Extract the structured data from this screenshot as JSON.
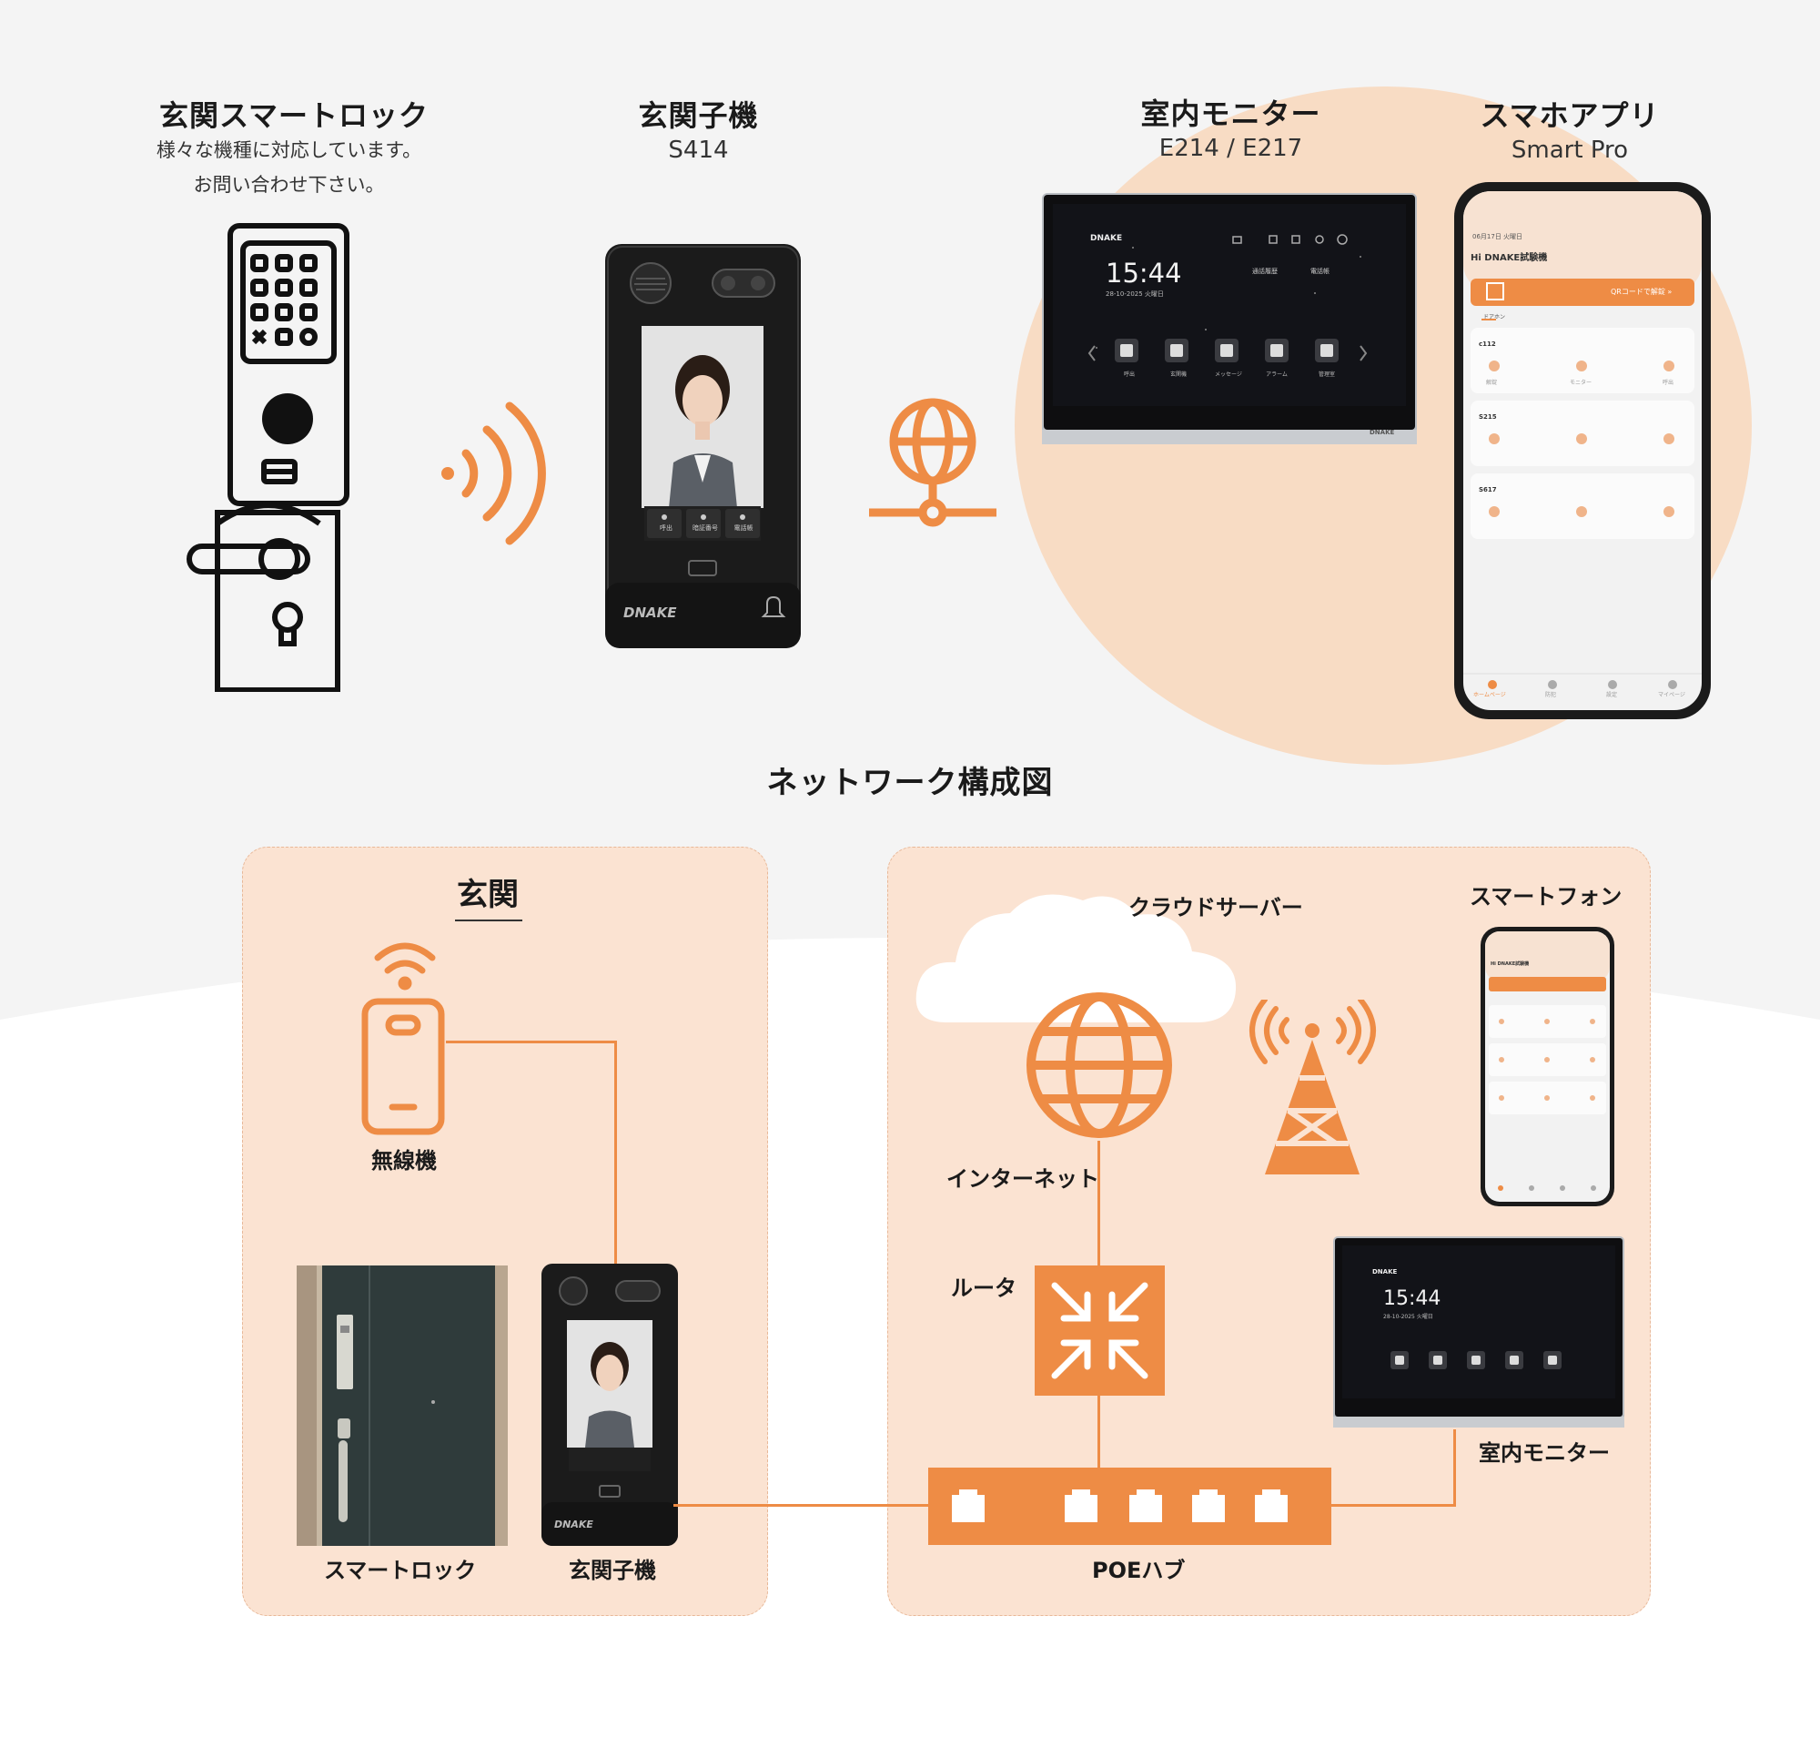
{
  "top": {
    "lock": {
      "title": "玄関スマートロック",
      "note1": "様々な機種に対応しています。",
      "note2": "お問い合わせ下さい。"
    },
    "doorstation": {
      "title": "玄関子機",
      "model": "S414"
    },
    "monitor": {
      "title": "室内モニター",
      "model": "E214 / E217"
    },
    "app": {
      "title": "スマホアプリ",
      "model": "Smart Pro"
    }
  },
  "device_ui": {
    "brand": "DNAKE",
    "monitor_time": "15:44",
    "monitor_date": "28-10-2025 火曜日",
    "monitor_links": [
      "通話履歴",
      "電話帳"
    ],
    "monitor_apps": [
      "呼出",
      "玄関機",
      "メッセージ",
      "アラーム",
      "管理室"
    ],
    "ds_buttons": [
      "呼出",
      "暗証番号",
      "電話帳"
    ],
    "app_date": "06月17日 火曜日",
    "app_greeting": "Hi DNAKE試験機",
    "app_qr_text": "QRコードで解錠 »",
    "app_section": "ドアホン",
    "app_devices": [
      "c112",
      "S215",
      "S617"
    ],
    "app_actions": [
      "解錠",
      "モニター",
      "呼出"
    ],
    "app_tabs": [
      "ホームページ",
      "防犯",
      "設定",
      "マイページ"
    ]
  },
  "diagram": {
    "title": "ネットワーク構成図",
    "entrance": {
      "title": "玄関",
      "wireless_label": "無線機",
      "smartlock_label": "スマートロック",
      "doorstation_label": "玄関子機"
    },
    "network": {
      "cloud_label": "クラウドサーバー",
      "phone_label": "スマートフォン",
      "internet_label": "インターネット",
      "router_label": "ルータ",
      "hub_label": "POEハブ",
      "monitor_label": "室内モニター"
    }
  },
  "colors": {
    "accent": "#ee8c45",
    "panel": "#fbe3d2",
    "circle": "#f8dcc4",
    "background": "#f4f4f4"
  }
}
